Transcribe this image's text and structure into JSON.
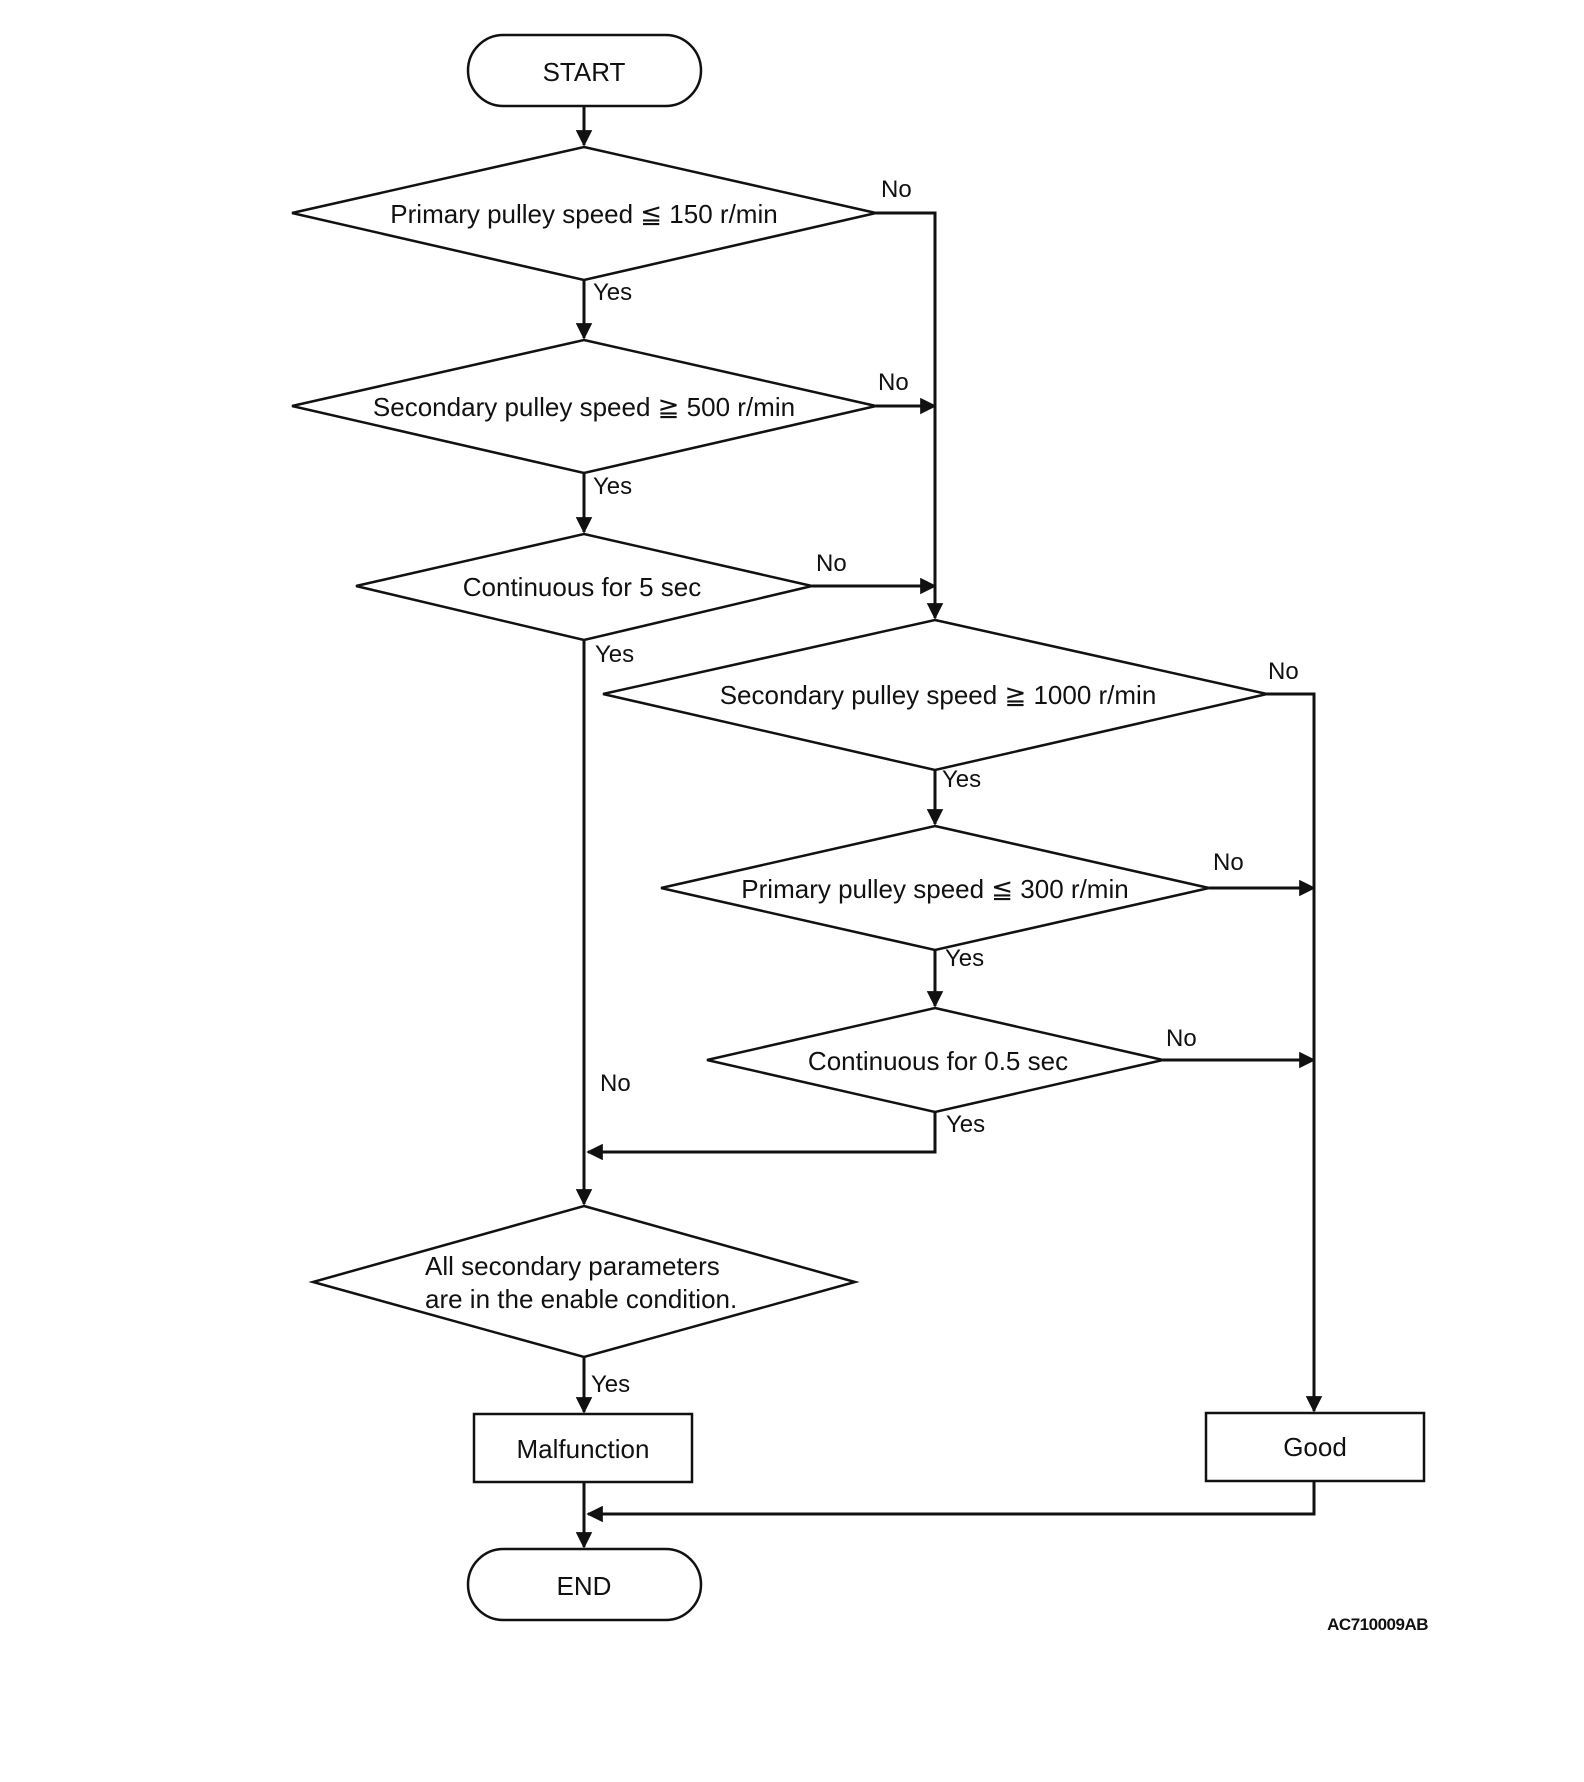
{
  "nodes": {
    "start": "START",
    "d1": "Primary pulley speed ≦ 150 r/min",
    "d2": "Secondary pulley speed ≧ 500 r/min",
    "d3": "Continuous for 5 sec",
    "d4": "Secondary pulley speed ≧ 1000 r/min",
    "d5": "Primary pulley speed ≦ 300 r/min",
    "d6": "Continuous for 0.5 sec",
    "d7_line1": "All secondary parameters",
    "d7_line2": "are in the enable condition.",
    "malfunction": "Malfunction",
    "good": "Good",
    "end": "END"
  },
  "labels": {
    "yes": "Yes",
    "no": "No"
  },
  "figure_code": "AC710009AB"
}
